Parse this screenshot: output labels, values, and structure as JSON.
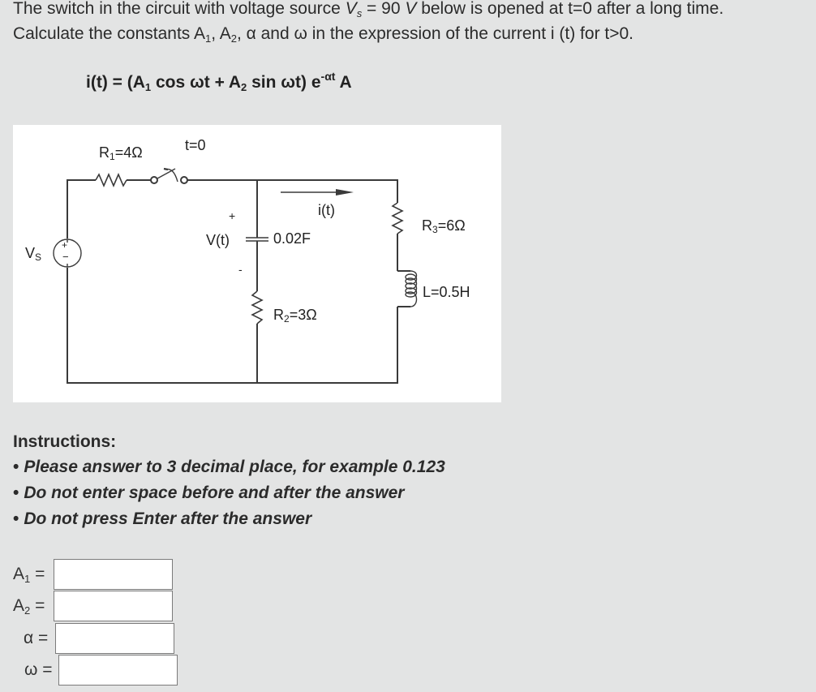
{
  "question": {
    "line1_before": "The switch in the circuit with voltage source ",
    "line1_var": "V",
    "line1_var_sub": "s",
    "line1_eq": " = 90 ",
    "line1_unit": "V",
    "line1_after": " below is opened at t=0 after a long time.",
    "line2_a": "Calculate the constants A",
    "line2_sub1": "1",
    "line2_b": ", A",
    "line2_sub2": "2",
    "line2_c": ", α and ω in the expression of the current i (t) for t>0."
  },
  "formula": {
    "part1": "i(t) = (A",
    "sub1": "1",
    "part2": " cos ωt + A",
    "sub2": "2",
    "part3": " sin ωt) e",
    "exponent": "-αt",
    "part4": " A"
  },
  "circuit": {
    "source_label": "V",
    "source_label_sub": "S",
    "r1_label": "R",
    "r1_sub": "1",
    "r1_value": "=4Ω",
    "switch_label": "t=0",
    "cap_plus": "+",
    "cap_minus": "-",
    "cap_voltage_label": "V(t)",
    "cap_value": "0.02F",
    "current_label": "i(t)",
    "r2_label": "R",
    "r2_sub": "2",
    "r2_value": "=3Ω",
    "r3_label": "R",
    "r3_sub": "3",
    "r3_value": "=6Ω",
    "inductor_value": "L=0.5H",
    "source_plus": "+",
    "source_minus": "−"
  },
  "instructions": {
    "title": "Instructions:",
    "bullet": "•",
    "items": [
      "Please answer to 3 decimal place, for example 0.123",
      "Do not enter space before and after the answer",
      "Do not press Enter after the answer"
    ]
  },
  "answers": [
    {
      "label": "A",
      "sub": "1",
      "suffix": " =",
      "value": "",
      "placeholder": ""
    },
    {
      "label": "A",
      "sub": "2",
      "suffix": " =",
      "value": "",
      "placeholder": ""
    },
    {
      "label": "α",
      "sub": "",
      "suffix": " =",
      "value": "",
      "placeholder": ""
    },
    {
      "label": "ω",
      "sub": "",
      "suffix": " =",
      "value": "",
      "placeholder": ""
    }
  ]
}
